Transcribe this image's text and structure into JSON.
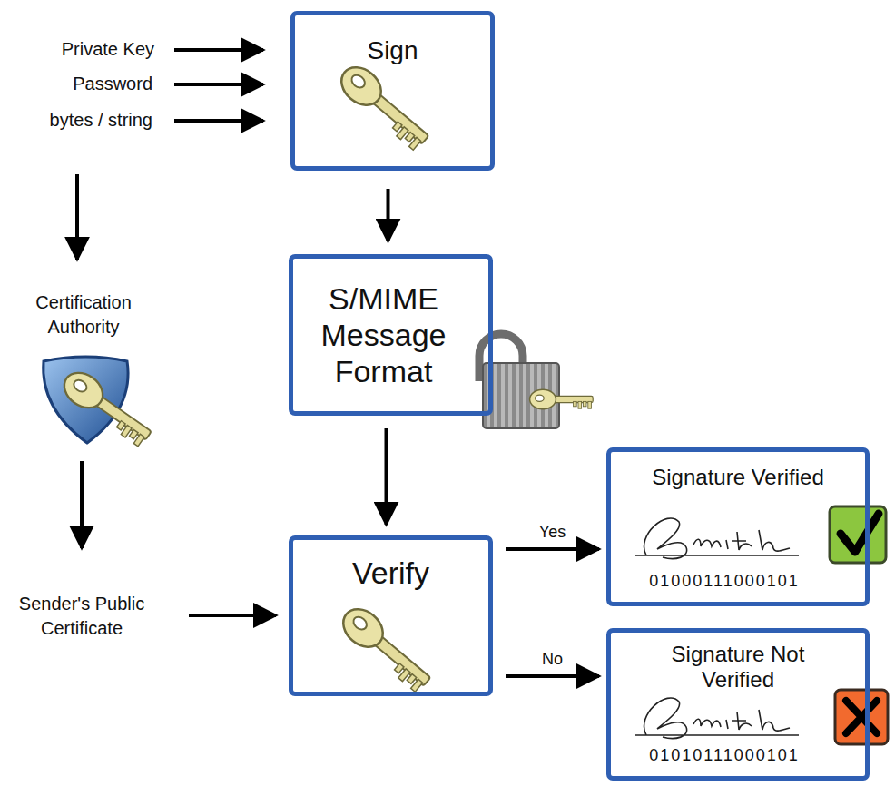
{
  "diagram": {
    "nodes": [
      {
        "text": [
          "Sign"
        ]
      },
      {
        "text": [
          "S/MIME Message Format"
        ]
      },
      {
        "text": [
          "Verify"
        ]
      },
      {
        "text": [
          "Signature Verified",
          "01000111000101"
        ]
      },
      {
        "text": [
          "Signature Not Verified",
          "01010111000101"
        ]
      }
    ],
    "edges": [
      {
        "from": 0,
        "to": 1,
        "arrow": "to"
      },
      {
        "from": 1,
        "to": 2,
        "arrow": "to"
      },
      {
        "from": 2,
        "to": 3,
        "arrow": "to",
        "label": "Yes"
      },
      {
        "from": 2,
        "to": 4,
        "arrow": "to",
        "label": "No"
      }
    ],
    "labels": [
      "Private Key",
      "Password",
      "bytes / string",
      "Certification Authority",
      "Sender's Public Certificate"
    ]
  }
}
